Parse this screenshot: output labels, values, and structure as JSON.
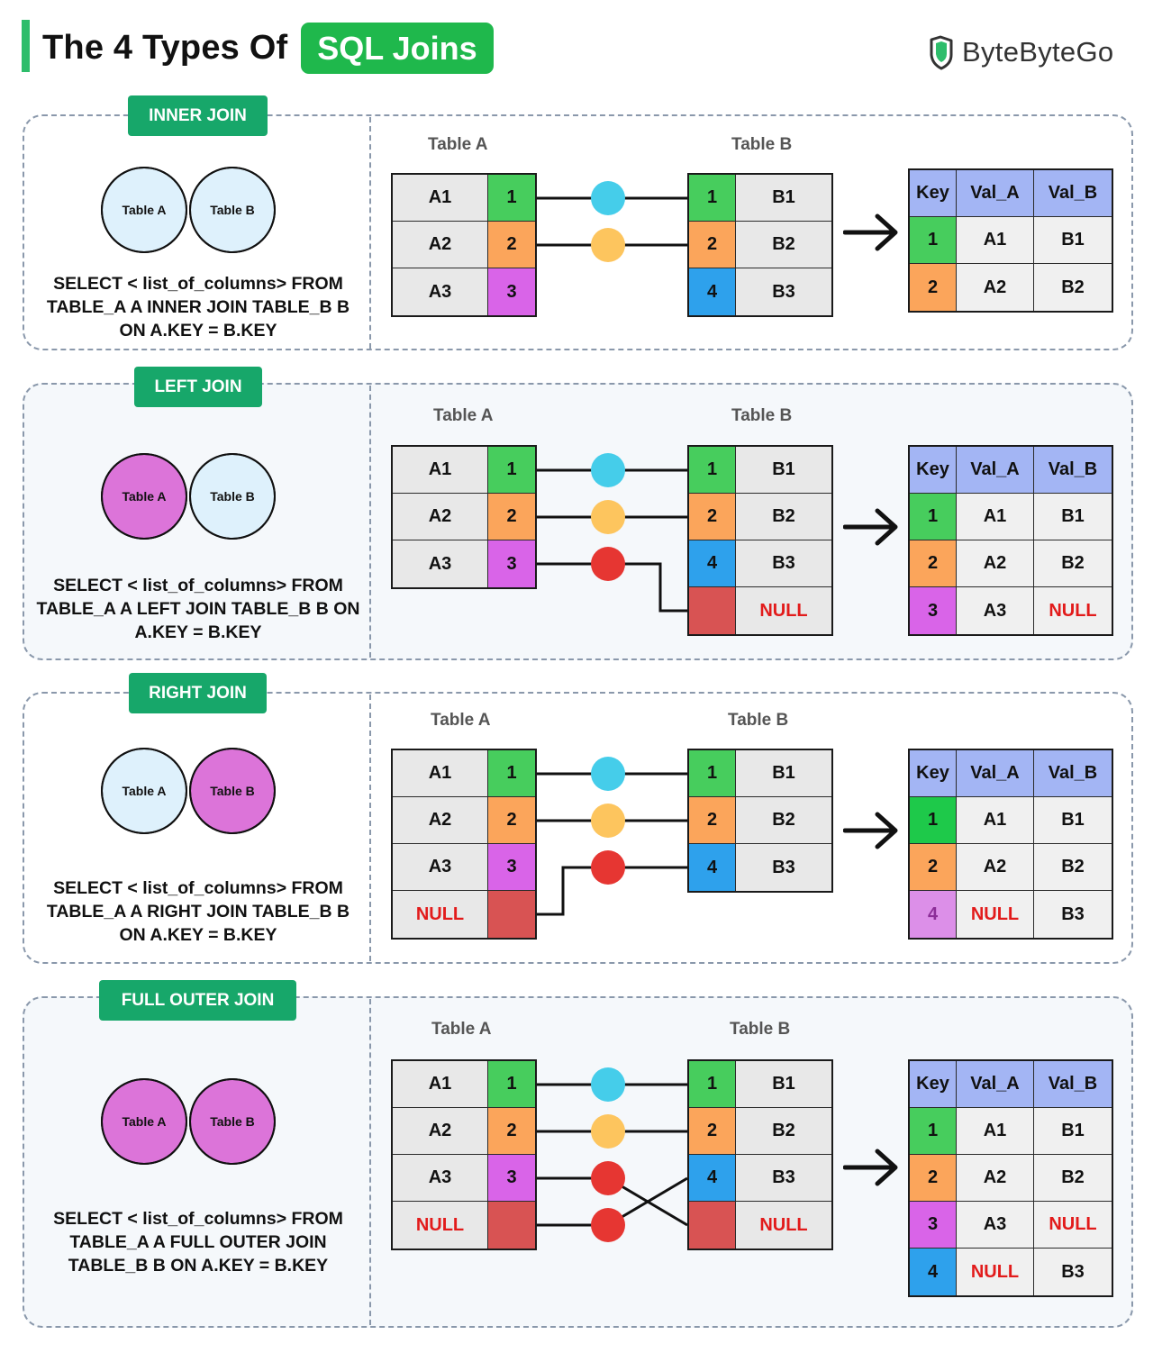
{
  "title": {
    "main": "The 4 Types Of",
    "highlight": "SQL Joins"
  },
  "brand": {
    "name": "ByteByteGo"
  },
  "colors": {
    "key1": "#47cd5d",
    "key2": "#fba55b",
    "key3": "#d964e8",
    "key4": "#2ea1ec",
    "keyNull": "#d85353",
    "key4faded": "#dc8fe8",
    "key1bright": "#1ec94a",
    "dot1": "#45cdea",
    "dot2": "#fdc55e",
    "dot3": "#e63632",
    "vennActive": "#dc74d9",
    "vennIdle": "#def1fc",
    "header": "#a3b5f4"
  },
  "labels": {
    "tableA": "Table A",
    "tableB": "Table B"
  },
  "joins": [
    {
      "name": "INNER JOIN",
      "sql": [
        "SELECT < list_of_columns> FROM",
        "TABLE_A A INNER JOIN TABLE_B B",
        "ON A.KEY = B.KEY"
      ],
      "venn": "inner",
      "tableA": [
        [
          "A1",
          "1"
        ],
        [
          "A2",
          "2"
        ],
        [
          "A3",
          "3"
        ]
      ],
      "tableB": [
        [
          "1",
          "B1"
        ],
        [
          "2",
          "B2"
        ],
        [
          "4",
          "B3"
        ]
      ],
      "result": {
        "header": [
          "Key",
          "Val_A",
          "Val_B"
        ],
        "rows": [
          [
            "1",
            "A1",
            "B1"
          ],
          [
            "2",
            "A2",
            "B2"
          ]
        ]
      }
    },
    {
      "name": "LEFT JOIN",
      "sql": [
        "SELECT < list_of_columns> FROM",
        "TABLE_A A LEFT JOIN TABLE_B B ON",
        "A.KEY = B.KEY"
      ],
      "venn": "left",
      "tableA": [
        [
          "A1",
          "1"
        ],
        [
          "A2",
          "2"
        ],
        [
          "A3",
          "3"
        ]
      ],
      "tableB": [
        [
          "1",
          "B1"
        ],
        [
          "2",
          "B2"
        ],
        [
          "4",
          "B3"
        ],
        [
          "",
          "NULL"
        ]
      ],
      "result": {
        "header": [
          "Key",
          "Val_A",
          "Val_B"
        ],
        "rows": [
          [
            "1",
            "A1",
            "B1"
          ],
          [
            "2",
            "A2",
            "B2"
          ],
          [
            "3",
            "A3",
            "NULL"
          ]
        ]
      }
    },
    {
      "name": "RIGHT JOIN",
      "sql": [
        "SELECT < list_of_columns> FROM",
        "TABLE_A A RIGHT JOIN TABLE_B B",
        "ON A.KEY = B.KEY"
      ],
      "venn": "right",
      "tableA": [
        [
          "A1",
          "1"
        ],
        [
          "A2",
          "2"
        ],
        [
          "A3",
          "3"
        ],
        [
          "NULL",
          ""
        ]
      ],
      "tableB": [
        [
          "1",
          "B1"
        ],
        [
          "2",
          "B2"
        ],
        [
          "4",
          "B3"
        ]
      ],
      "result": {
        "header": [
          "Key",
          "Val_A",
          "Val_B"
        ],
        "rows": [
          [
            "1",
            "A1",
            "B1"
          ],
          [
            "2",
            "A2",
            "B2"
          ],
          [
            "4",
            "NULL",
            "B3"
          ]
        ]
      }
    },
    {
      "name": "FULL OUTER JOIN",
      "sql": [
        "SELECT < list_of_columns> FROM",
        "TABLE_A A FULL OUTER JOIN",
        "TABLE_B B ON A.KEY = B.KEY"
      ],
      "venn": "full",
      "tableA": [
        [
          "A1",
          "1"
        ],
        [
          "A2",
          "2"
        ],
        [
          "A3",
          "3"
        ],
        [
          "NULL",
          ""
        ]
      ],
      "tableB": [
        [
          "1",
          "B1"
        ],
        [
          "2",
          "B2"
        ],
        [
          "4",
          "B3"
        ],
        [
          "",
          "NULL"
        ]
      ],
      "result": {
        "header": [
          "Key",
          "Val_A",
          "Val_B"
        ],
        "rows": [
          [
            "1",
            "A1",
            "B1"
          ],
          [
            "2",
            "A2",
            "B2"
          ],
          [
            "3",
            "A3",
            "NULL"
          ],
          [
            "4",
            "NULL",
            "B3"
          ]
        ]
      }
    }
  ]
}
